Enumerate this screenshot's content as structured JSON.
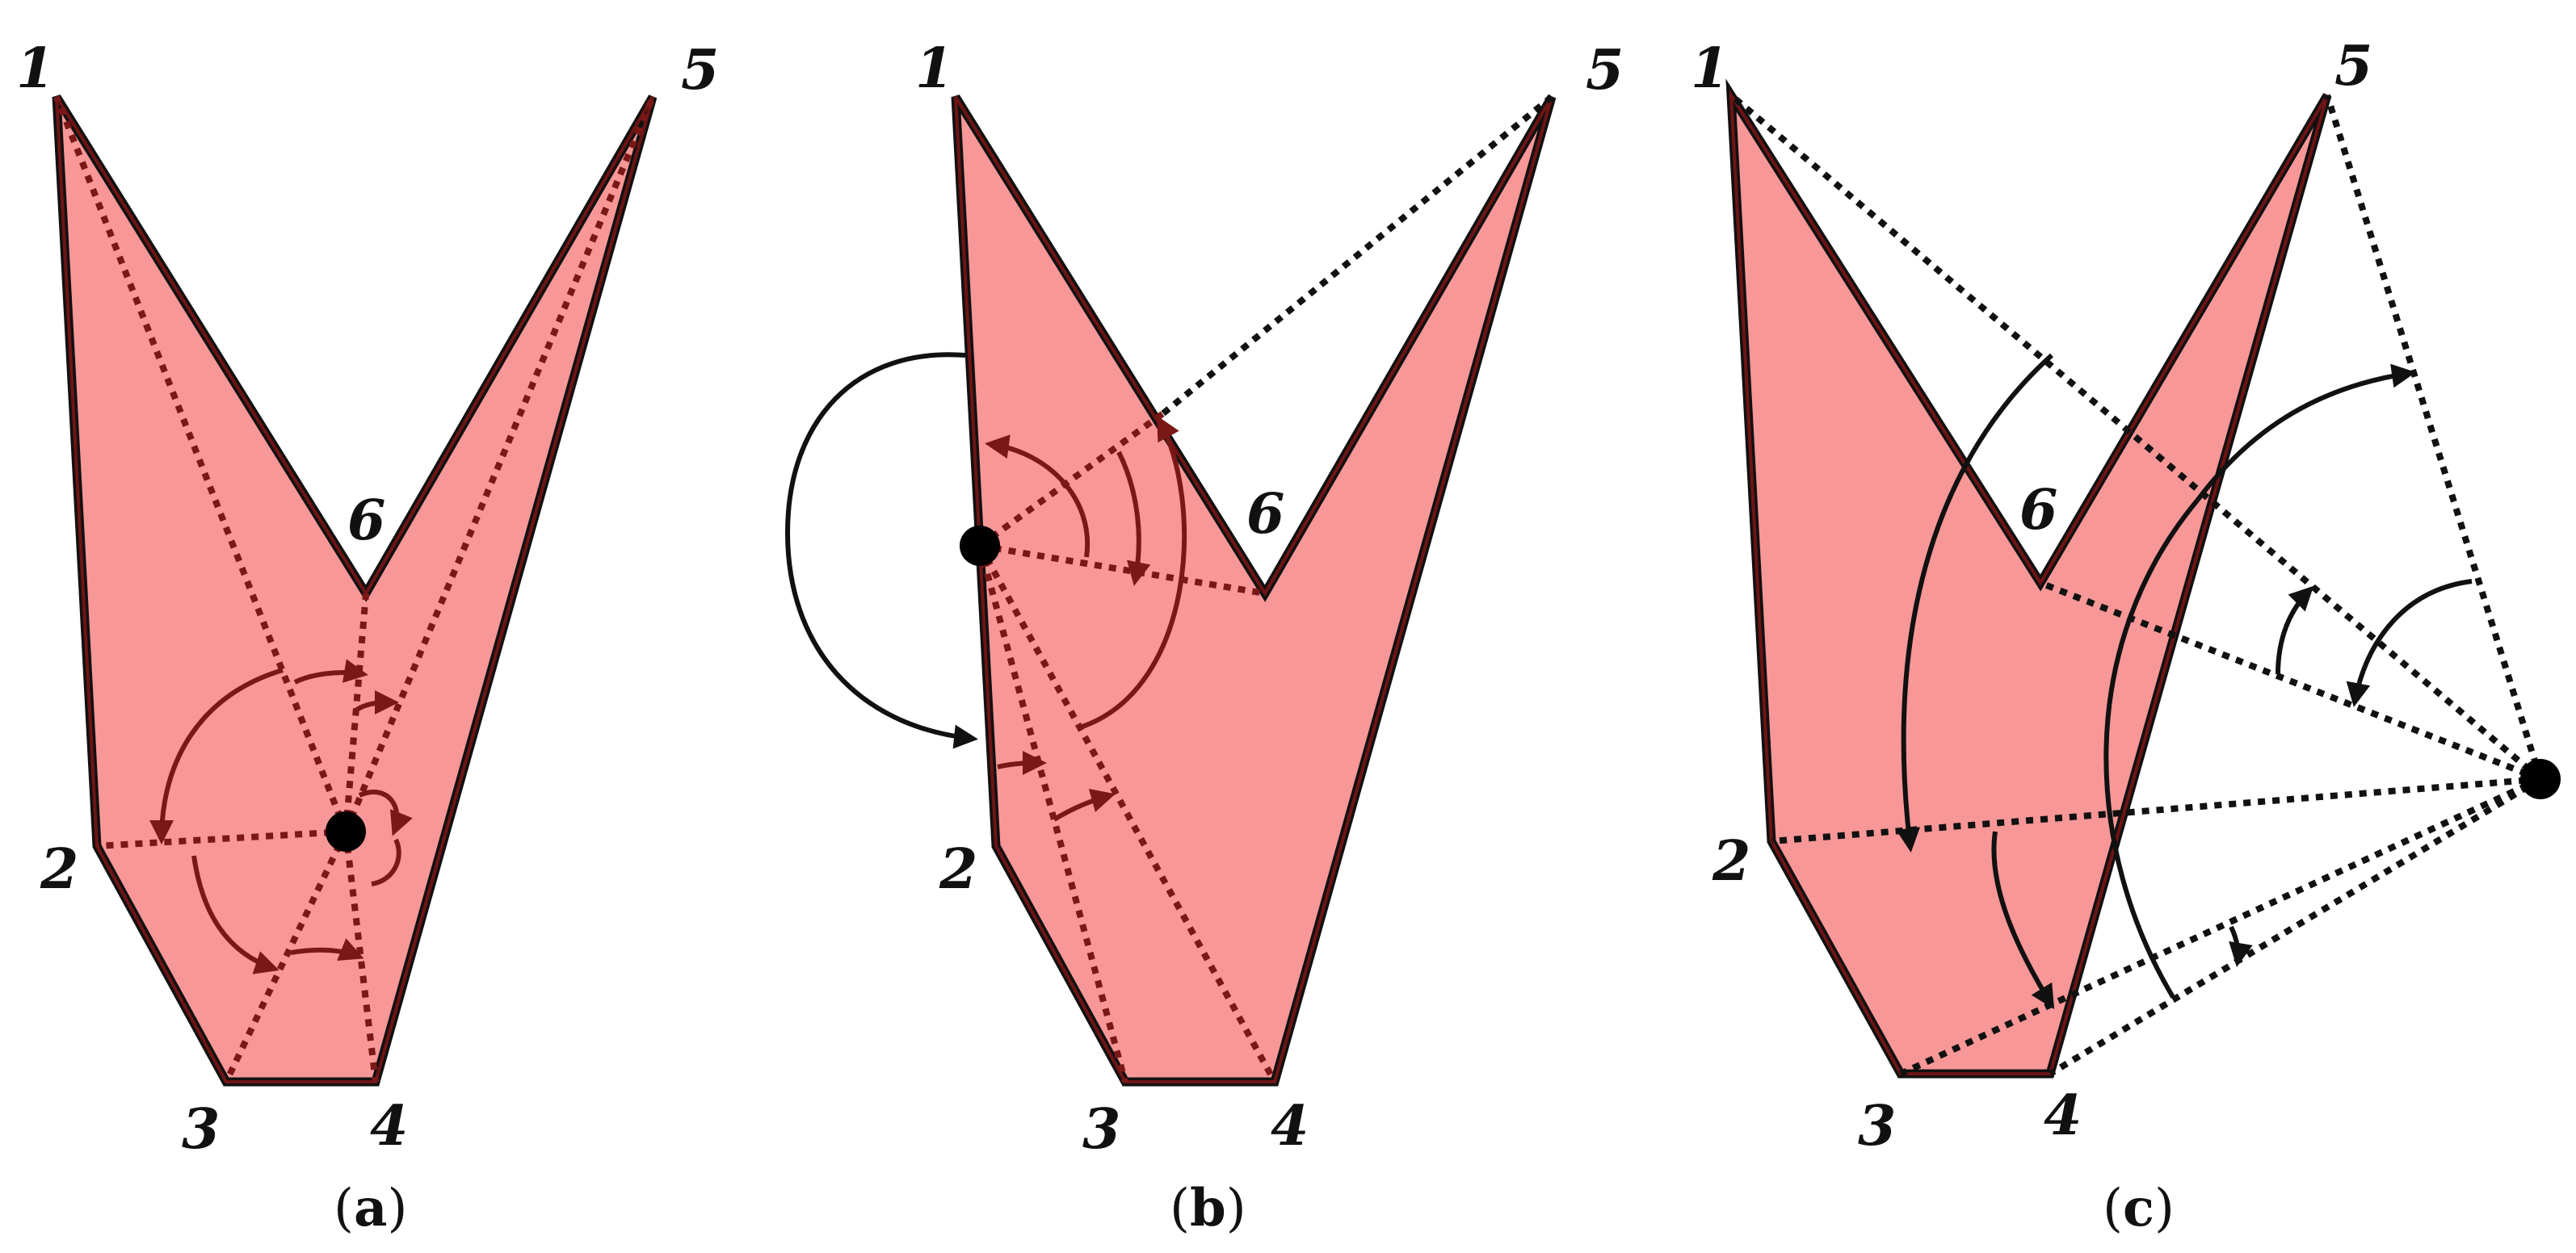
{
  "panels": [
    {
      "id": "a",
      "caption_open": "(",
      "caption_letter": "a",
      "caption_close": ")",
      "vertex_labels": [
        "1",
        "2",
        "3",
        "4",
        "5",
        "6"
      ]
    },
    {
      "id": "b",
      "caption_open": "(",
      "caption_letter": "b",
      "caption_close": ")",
      "vertex_labels": [
        "1",
        "2",
        "3",
        "4",
        "5",
        "6"
      ]
    },
    {
      "id": "c",
      "caption_open": "(",
      "caption_letter": "c",
      "caption_close": ")",
      "vertex_labels": [
        "1",
        "2",
        "3",
        "4",
        "5",
        "6"
      ]
    }
  ],
  "colors": {
    "polygon_fill": "#f89797",
    "outline": "#111111",
    "internal_dotted": "#7a1818",
    "external_dotted": "#111111",
    "pivot_point": "#000000"
  }
}
